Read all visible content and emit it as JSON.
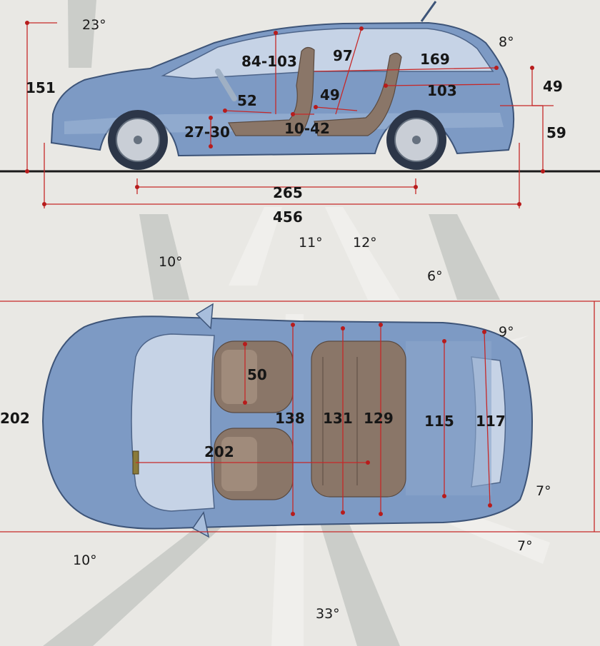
{
  "side_view": {
    "dimensions": {
      "wheelbase": "265",
      "length": "456",
      "height": "151",
      "headroom_front": "84-103",
      "headroom_rear": "97",
      "load_length": "169",
      "front_seat_cushion": "52",
      "front_seat_height": "27-30",
      "rear_knee_room": "10-42",
      "rear_seat_cushion": "49",
      "rear_length": "103",
      "tailgate_height": "49",
      "load_sill_height": "59"
    },
    "angles": {
      "windshield": "23°",
      "rear": "8°",
      "approach": "10°",
      "ramp_front": "11°",
      "ramp_rear": "12°",
      "departure": "6°"
    }
  },
  "top_view": {
    "dimensions": {
      "width": "202",
      "seat_width": "50",
      "front_elbow_width": "138",
      "rear_elbow_width": "131",
      "rear_shoulder_width": "129",
      "boot_width_min": "115",
      "boot_width_max": "117",
      "pedal_to_rear_seat": "202"
    },
    "angles": {
      "rear_top": "9°",
      "rear_side": "7°",
      "rear_bottom": "7°",
      "front_left": "10°",
      "front_bottom": "33°"
    }
  },
  "colors": {
    "body": "#7d9ac4",
    "seat": "#8a7668",
    "dimension_line": "#c62828",
    "background": "#e9e8e4"
  }
}
